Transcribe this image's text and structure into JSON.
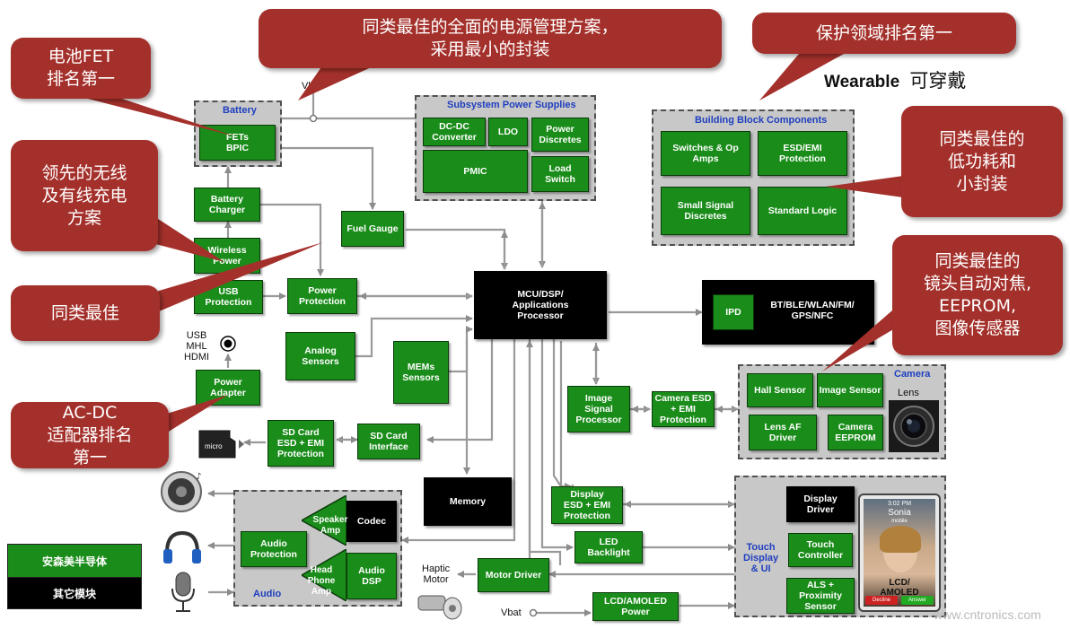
{
  "callouts": {
    "battery_fet": "电池FET\n排名第一",
    "power_mgmt": "同类最佳的全面的电源管理方案，\n采用最小的封装",
    "protection": "保护领域排名第一",
    "wireless": "领先的无线\n及有线充电\n方案",
    "best_class": "同类最佳",
    "acdc": "AC-DC\n适配器排名\n第一",
    "low_power": "同类最佳的\n低功耗和\n小封装",
    "camera": "同类最佳的\n镜头自动对焦,\nEEPROM,\n图像传感器"
  },
  "wearable": {
    "en": "Wearable",
    "zh": "可穿戴"
  },
  "groups": {
    "battery": "Battery",
    "subsystem": "Subsystem Power Supplies",
    "building": "Building Block Components",
    "camera": "Camera",
    "audio": "Audio",
    "touch": "Touch\nDisplay\n& UI"
  },
  "blocks": {
    "fets_bpic": "FETs\nBPIC",
    "battery_charger": "Battery\nCharger",
    "wireless_power": "Wireless\nPower",
    "usb_protection": "USB\nProtection",
    "power_adapter": "Power\nAdapter",
    "fuel_gauge": "Fuel Gauge",
    "power_protection": "Power\nProtection",
    "analog_sensors": "Analog\nSensors",
    "mems_sensors": "MEMs\nSensors",
    "dcdc": "DC-DC\nConverter",
    "ldo": "LDO",
    "power_discretes": "Power\nDiscretes",
    "pmic": "PMIC",
    "load_switch": "Load\nSwitch",
    "switches_opamps": "Switches & Op\nAmps",
    "esd_emi": "ESD/EMI\nProtection",
    "small_signal": "Small Signal\nDiscretes",
    "standard_logic": "Standard Logic",
    "mcu": "MCU/DSP/\nApplications\nProcessor",
    "ipd": "IPD",
    "bt": "BT/BLE/WLAN/FM/\nGPS/NFC",
    "sd_protection": "SD Card\nESD + EMI\nProtection",
    "sd_interface": "SD Card\nInterface",
    "image_signal": "Image\nSignal\nProcessor",
    "camera_esd": "Camera ESD\n+ EMI\nProtection",
    "hall_sensor": "Hall Sensor",
    "image_sensor": "Image Sensor",
    "lens_af": "Lens AF\nDriver",
    "camera_eeprom": "Camera\nEEPROM",
    "memory": "Memory",
    "display_esd": "Display\nESD + EMI\nProtection",
    "led_backlight": "LED\nBacklight",
    "motor_driver": "Motor Driver",
    "lcd_power": "LCD/AMOLED\nPower",
    "display_driver": "Display\nDriver",
    "touch_controller": "Touch\nController",
    "als": "ALS +\nProximity\nSensor",
    "audio_protection": "Audio\nProtection",
    "speaker_amp": "Speaker\nAmp",
    "headphone_amp": "Head\nPhone\nAmp",
    "codec": "Codec",
    "audio_dsp": "Audio DSP"
  },
  "labels": {
    "vbat_top": "Vbat",
    "vbat_bottom": "Vbat",
    "usb_mhl": "USB\nMHL\nHDMI",
    "lens": "Lens",
    "haptic": "Haptic\nMotor",
    "lcd_amoled": "LCD/\nAMOLED",
    "phone_time": "3:02 PM",
    "phone_name": "Sonia",
    "phone_sub": "mobile",
    "decline": "Decline",
    "answer": "Answer",
    "watermark": "www.cntronics.com"
  },
  "legend": {
    "onsemi": "安森美半导体",
    "other": "其它模块"
  },
  "colors": {
    "green": "#1a8c1a",
    "callout": "#a4302b",
    "group": "#c8c8c8",
    "title_blue": "#1f3fbf"
  }
}
